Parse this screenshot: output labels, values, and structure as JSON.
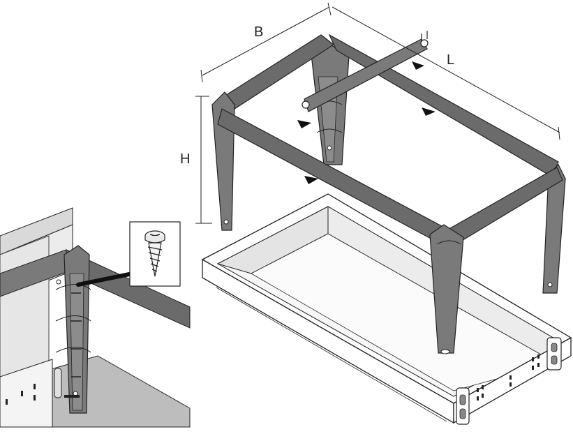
{
  "labels": {
    "width": "B",
    "length": "L",
    "height": "H"
  },
  "colors": {
    "frame": "#6b6b6b",
    "frame_dark": "#4a4a4a",
    "frame_light": "#8a8a8a",
    "drawer": "#ffffff",
    "outline": "#222222",
    "arrow": "#111111",
    "cabinet_shade": "#c8c8c8"
  },
  "icons": [
    "screw-icon",
    "arrow-marker-icon"
  ]
}
